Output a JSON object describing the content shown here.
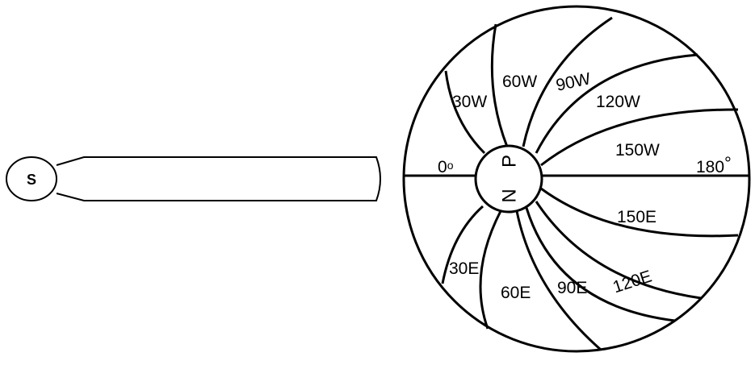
{
  "spoon": {
    "label": "S"
  },
  "dial": {
    "center_letters": {
      "top": "P",
      "bottom": "N"
    },
    "left_label": "0",
    "left_degree": "o",
    "right_label": "180",
    "right_degree": "°",
    "west_labels": [
      "30W",
      "60W",
      "90W",
      "120W",
      "150W"
    ],
    "east_labels": [
      "30E",
      "60E",
      "90E",
      "120E",
      "150E"
    ]
  },
  "colors": {
    "stroke": "#000000",
    "background": "#ffffff"
  }
}
